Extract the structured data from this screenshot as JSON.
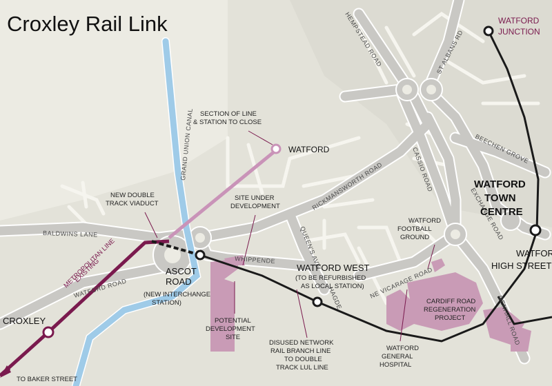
{
  "title": "Croxley Rail Link",
  "colors": {
    "background": "#ecebe3",
    "road": "#c9c8c4",
    "road_edge": "#ffffff",
    "canal": "#9fcbe8",
    "existing_line": "#7a1a4e",
    "closing_line": "#c993b8",
    "development": "#c99bb6",
    "rail_line": "#1a1a1a"
  },
  "roads": {
    "hempstead": "HEMPSTEAD ROAD",
    "st_albans": "ST ALBANS RD",
    "beechen": "BEECHEN GROVE",
    "rickmansworth": "RICKMANSWORTH ROAD",
    "cassio": "CASSIO ROAD",
    "exchange": "EXCHANGE ROAD",
    "baldwins": "BALDWINS LANE",
    "watford_road": "WATFORD ROAD",
    "whippendell": "WHIPPENDE",
    "queens": "QUEEN'S AVE",
    "hagden": "HAGDE",
    "vicarage": "NE VICARAGE ROAD",
    "mm": "GENHALL ROAD",
    "canal": "GRAND UNION CANAL"
  },
  "stations": {
    "watford_junction": [
      "WATFORD",
      "JUNCTION"
    ],
    "watford": "WATFORD",
    "watford_high_street": [
      "WATFORD",
      "HIGH STREET"
    ],
    "croxley": "CROXLEY",
    "ascot_road": [
      "ASCOT",
      "ROAD"
    ],
    "ascot_road_note": [
      "(NEW INTERCHANGE",
      "STATION)"
    ],
    "watford_west": "WATFORD WEST",
    "watford_west_note": [
      "(TO BE REFURBISHED",
      "AS LOCAL STATION)"
    ]
  },
  "places": {
    "town_centre": [
      "WATFORD",
      "TOWN",
      "CENTRE"
    ],
    "football": [
      "WATFORD",
      "FOOTBALL",
      "GROUND"
    ],
    "hospital": [
      "WATFORD",
      "GENERAL",
      "HOSPITAL"
    ],
    "cardiff": [
      "CARDIFF ROAD",
      "REGENERATION",
      "PROJECT"
    ]
  },
  "annotations": {
    "section_close": [
      "SECTION OF LINE",
      "& STATION TO CLOSE"
    ],
    "viaduct": [
      "NEW DOUBLE",
      "TRACK VIADUCT"
    ],
    "site_under": [
      "SITE UNDER",
      "DEVELOPMENT"
    ],
    "existing_line": [
      "EXISTING",
      "METROPOLITAN LINE"
    ],
    "potential": [
      "POTENTIAL",
      "DEVELOPMENT",
      "SITE"
    ],
    "disused": [
      "DISUSED NETWORK",
      "RAIL BRANCH LINE",
      "TO DOUBLE",
      "TRACK LUL LINE"
    ],
    "to_baker": "TO BAKER STREET"
  }
}
